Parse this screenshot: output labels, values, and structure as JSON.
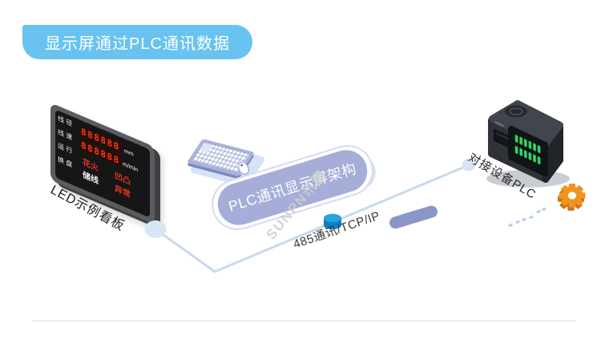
{
  "banner": {
    "title": "显示屏通过PLC通讯数据"
  },
  "led_board": {
    "caption": "LED示例看板",
    "row_labels": [
      "线 径",
      "线 速",
      "运 行",
      "换 盘"
    ],
    "display_line1": "888888",
    "display_line2": "888888",
    "unit_line1": "mm",
    "unit_line2": "m/min",
    "status_spark": "花火",
    "status_store": "储线",
    "status_bump": "凹凸",
    "status_abnormal": "异常"
  },
  "architecture": {
    "label": "PLC通讯显示屏架构"
  },
  "connection": {
    "label": "485通讯/TCP/IP"
  },
  "device": {
    "label": "对接设备PLC"
  },
  "watermark": "SUNPN讯鹏",
  "colors": {
    "banner_bg": "#69c3f0",
    "stadium_fill": "#a5add8",
    "line": "#c8d9ec",
    "node_fill": "#d7e5f4",
    "cylinder_blue": "#27a2e2",
    "pill_purple": "#8b95c7",
    "led_green": "#3fd468",
    "gear_orange": "#f0941f",
    "segment_red": "#ff3a1e"
  }
}
